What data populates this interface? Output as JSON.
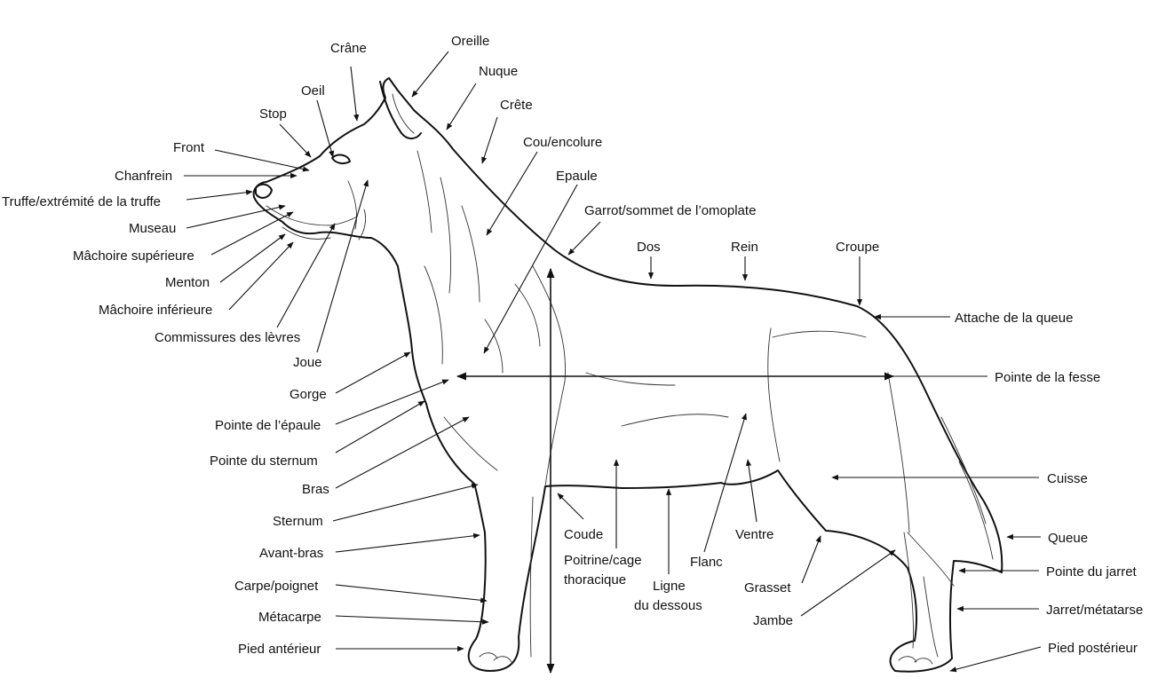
{
  "labels": {
    "crane": "Crâne",
    "oreille": "Oreille",
    "nuque": "Nuque",
    "crete": "Crête",
    "oeil": "Oeil",
    "stop": "Stop",
    "front": "Front",
    "chanfrein": "Chanfrein",
    "truffe": "Truffe/extrémité de la truffe",
    "museau": "Museau",
    "machoire_sup": "Mâchoire supérieure",
    "menton": "Menton",
    "machoire_inf": "Mâchoire inférieure",
    "commissures": "Commissures des lèvres",
    "joue": "Joue",
    "gorge": "Gorge",
    "pointe_epaule": "Pointe de l’épaule",
    "pointe_sternum": "Pointe du sternum",
    "bras": "Bras",
    "sternum": "Sternum",
    "avant_bras": "Avant-bras",
    "carpe": "Carpe/poignet",
    "metacarpe": "Métacarpe",
    "pied_ant": "Pied antérieur",
    "cou": "Cou/encolure",
    "epaule": "Epaule",
    "garrot": "Garrot/sommet de l’omoplate",
    "dos": "Dos",
    "rein": "Rein",
    "croupe": "Croupe",
    "attache_queue": "Attache de la queue",
    "pointe_fesse": "Pointe de la fesse",
    "cuisse": "Cuisse",
    "queue": "Queue",
    "pointe_jarret": "Pointe du jarret",
    "jarret": "Jarret/métatarse",
    "pied_post": "Pied postérieur",
    "coude": "Coude",
    "poitrine_1": "Poitrine/cage",
    "poitrine_2": "thoracique",
    "ligne_1": "Ligne",
    "ligne_2": "du dessous",
    "flanc": "Flanc",
    "ventre": "Ventre",
    "grasset": "Grasset",
    "jambe": "Jambe"
  }
}
